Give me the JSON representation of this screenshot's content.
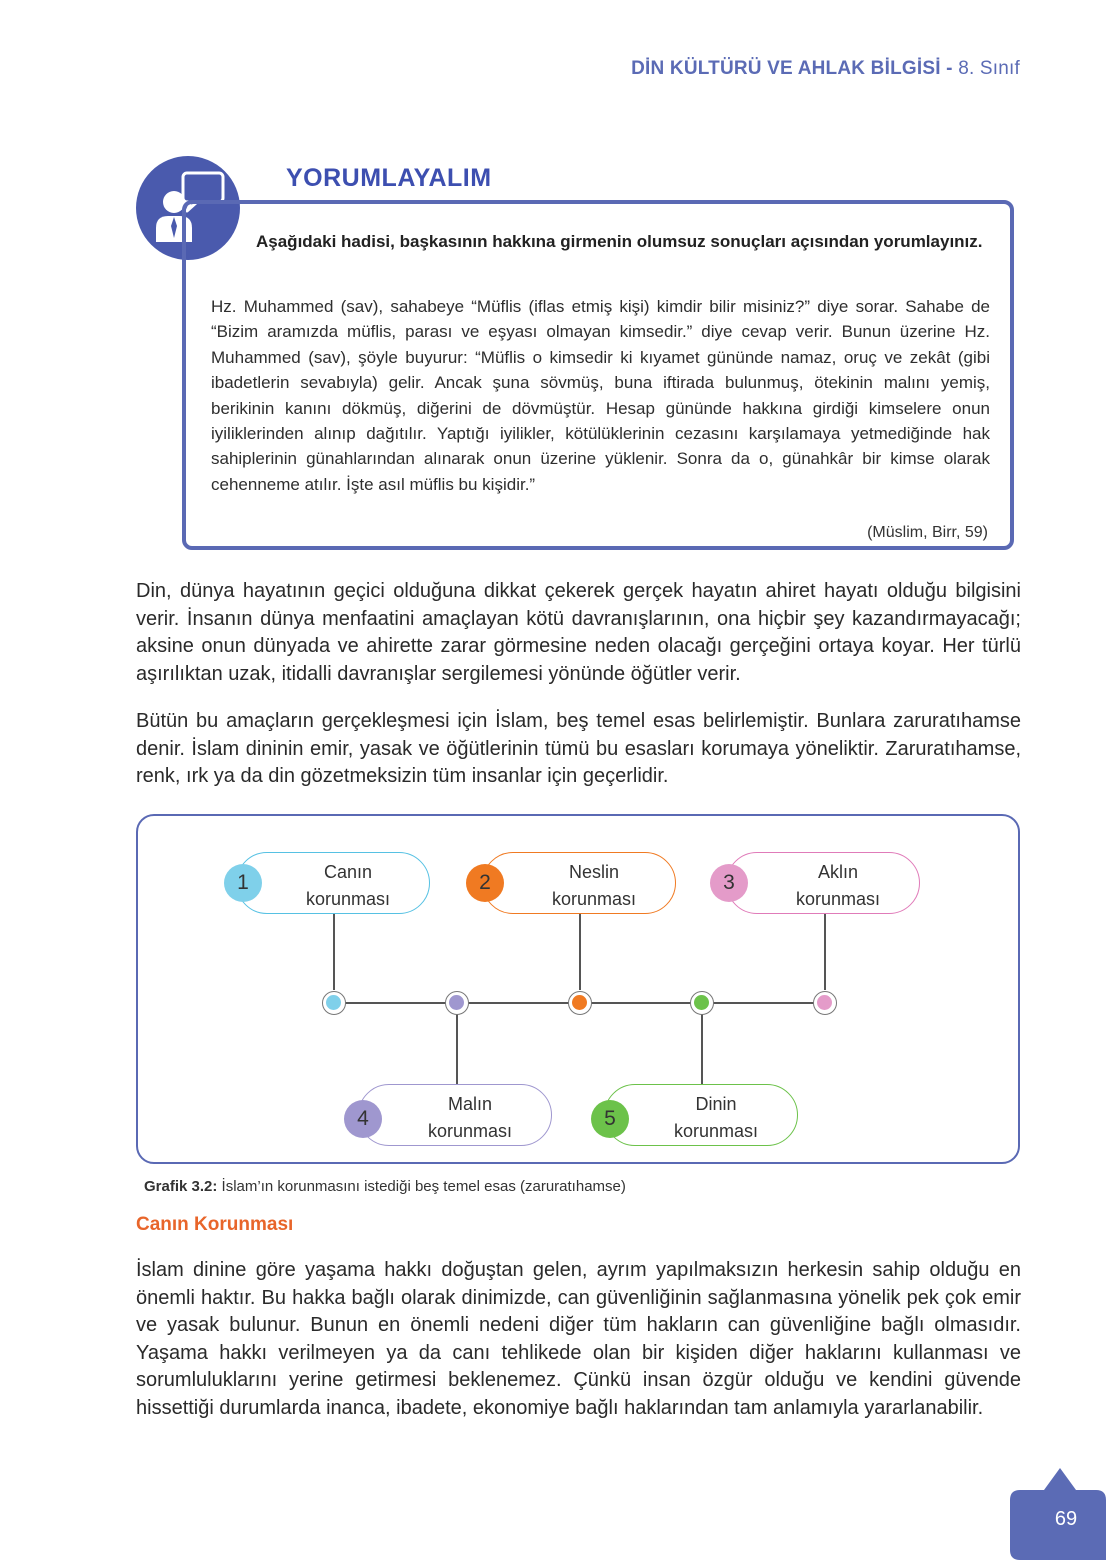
{
  "header": {
    "title": "DİN KÜLTÜRÜ VE AHLAK BİLGİSİ",
    "sep": " - ",
    "grade": "8. Sınıf"
  },
  "yorumlayalim": {
    "title": "YORUMLAYALIM",
    "icon": "person-speech-bubble-icon",
    "prompt": "Aşağıdaki hadisi, başkasının hakkına girmenin olumsuz sonuçları açısından yorumlayınız.",
    "quote": "Hz. Muhammed (sav), sahabeye “Müflis (iflas etmiş kişi) kimdir bilir misiniz?” diye sorar. Sahabe de “Bizim aramızda müflis, parası ve eşyası olmayan kimsedir.” diye cevap verir. Bunun üzerine Hz. Muhammed (sav), şöyle buyurur: “Müflis o kimsedir ki kıyamet gününde namaz, oruç ve zekât (gibi ibadetlerin sevabıyla) gelir. Ancak şuna sövmüş, buna iftirada bulunmuş, ötekinin malını yemiş, berikinin kanını dökmüş, diğerini de dövmüştür. Hesap gününde hakkına girdiği kimselere onun iyiliklerinden alınıp dağıtılır. Yaptığı iyilikler, kötülüklerinin cezasını karşılamaya yetmediğinde hak sahiplerinin günahlarından alınarak onun üzerine yüklenir. Sonra da o, günahkâr bir kimse olarak cehenneme atılır. İşte asıl müflis bu kişidir.”",
    "citation": "(Müslim, Birr, 59)"
  },
  "paragraphs": [
    "Din, dünya hayatının geçici olduğuna dikkat çekerek gerçek hayatın ahiret hayatı olduğu bilgisini verir. İnsanın dünya menfaatini amaçlayan kötü davranışlarının, ona hiçbir şey kazandırmayacağı; aksine onun dünyada ve ahirette zarar görmesine neden olacağı gerçeğini ortaya koyar. Her türlü aşırılıktan uzak, itidalli davranışlar sergilemesi yönünde öğütler verir.",
    "Bütün bu amaçların gerçekleşmesi için İslam, beş temel esas belirlemiştir. Bunlara zaruratıhamse denir. İslam dininin emir, yasak ve öğütlerinin tümü bu esasları korumaya yöneliktir. Zaruratıhamse, renk, ırk ya da din gözetmeksizin tüm insanlar için geçerlidir.",
    "İslam dinine göre yaşama hakkı doğuştan gelen, ayrım yapılmaksızın herkesin sahip olduğu en önemli haktır. Bu hakka bağlı olarak dinimizde, can güvenliğinin sağlanmasına yönelik pek çok emir ve yasak bulunur. Bunun en önemli nedeni diğer tüm hakların can güvenliğine bağlı olmasıdır. Yaşama hakkı verilmeyen ya da canı tehlikede olan bir kişiden diğer haklarını kullanması ve sorumluluklarını yerine getirmesi beklenemez. Çünkü insan özgür olduğu ve kendini güvende hissettiği durumlarda inanca, ibadete, ekonomiye bağlı haklarından tam anlamıyla yararlanabilir."
  ],
  "diagram": {
    "items": [
      {
        "num": "1",
        "line1": "Canın",
        "line2": "korunması",
        "color": "#7fd0ea"
      },
      {
        "num": "2",
        "line1": "Neslin",
        "line2": "korunması",
        "color": "#f07a22"
      },
      {
        "num": "3",
        "line1": "Aklın",
        "line2": "korunması",
        "color": "#e49bc9"
      },
      {
        "num": "4",
        "line1": "Malın",
        "line2": "korunması",
        "color": "#9f97cf"
      },
      {
        "num": "5",
        "line1": "Dinin",
        "line2": "korunması",
        "color": "#6cc24a"
      }
    ],
    "caption_label": "Grafik 3.2:",
    "caption_text": " İslam’ın korunmasını istediği beş temel esas (zaruratıhamse)"
  },
  "section_title": "Canın Korunması",
  "page_number": "69",
  "colors": {
    "accent": "#5b6bb5",
    "section": "#e8652a"
  }
}
